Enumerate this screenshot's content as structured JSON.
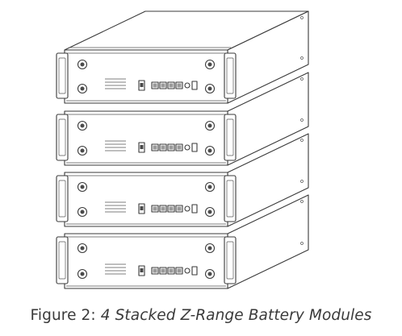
{
  "figure": {
    "caption_prefix": "Figure 2: ",
    "caption_title": "4 Stacked Z-Range Battery Modules",
    "module_count": 4
  }
}
